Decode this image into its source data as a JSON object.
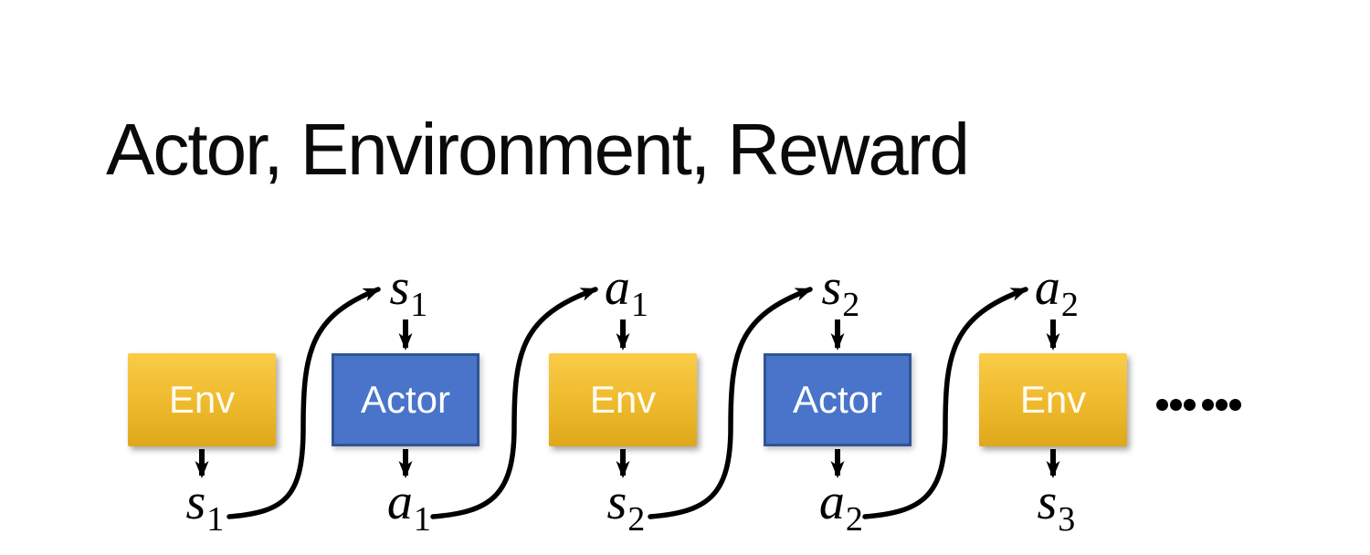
{
  "slide": {
    "title": "Actor, Environment, Reward"
  },
  "colors": {
    "background": "#FFFFFF",
    "title_text": "#0A0A0A",
    "env_gradient_top": "#FACC48",
    "env_gradient_bottom": "#DFA81B",
    "env_text": "#FFFDF2",
    "actor_fill": "#4A74C9",
    "actor_border": "#2F5492",
    "actor_text": "#FFFFFF",
    "arrow": "#000000"
  },
  "diagram": {
    "boxes": [
      {
        "label": "Env",
        "type": "env"
      },
      {
        "label": "Actor",
        "type": "actor"
      },
      {
        "label": "Env",
        "type": "env"
      },
      {
        "label": "Actor",
        "type": "actor"
      },
      {
        "label": "Env",
        "type": "env"
      }
    ],
    "top_labels": [
      {
        "base": "s",
        "sub": "1"
      },
      {
        "base": "a",
        "sub": "1"
      },
      {
        "base": "s",
        "sub": "2"
      },
      {
        "base": "a",
        "sub": "2"
      }
    ],
    "bottom_labels": [
      {
        "base": "s",
        "sub": "1"
      },
      {
        "base": "a",
        "sub": "1"
      },
      {
        "base": "s",
        "sub": "2"
      },
      {
        "base": "a",
        "sub": "2"
      },
      {
        "base": "s",
        "sub": "3"
      }
    ],
    "ellipsis": {
      "glyph": "……",
      "dot_count": 6
    }
  }
}
